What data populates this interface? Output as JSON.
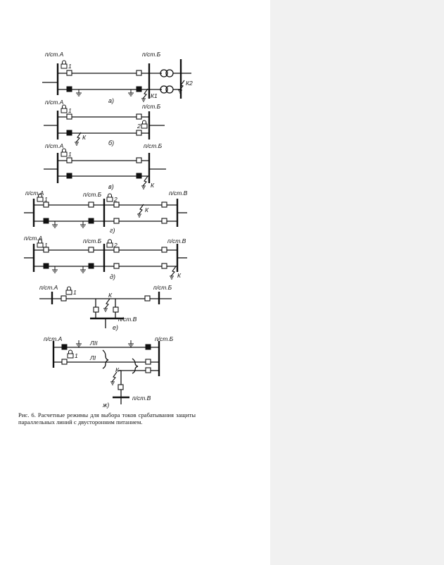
{
  "labels": {
    "ps_a": "п/ст.А",
    "ps_b": "п/ст.Б",
    "ps_v": "п/ст.В",
    "prot1": "1",
    "prot2": "2",
    "k": "К",
    "k1": "К1",
    "k2": "К2",
    "l1": "ЛI",
    "l2": "ЛII"
  },
  "subfig": {
    "a": "а)",
    "b": "б)",
    "v": "в)",
    "g": "г)",
    "d": "д)",
    "e": "е)",
    "zh": "ж)"
  },
  "caption": "Рис. 6. Расчетные режимы для выбора токов срабатывания защиты параллельных линий с двусторонним питанием.",
  "colors": {
    "page": "#ffffff",
    "sidebar": "#f1f1f1",
    "ink": "#111111"
  }
}
